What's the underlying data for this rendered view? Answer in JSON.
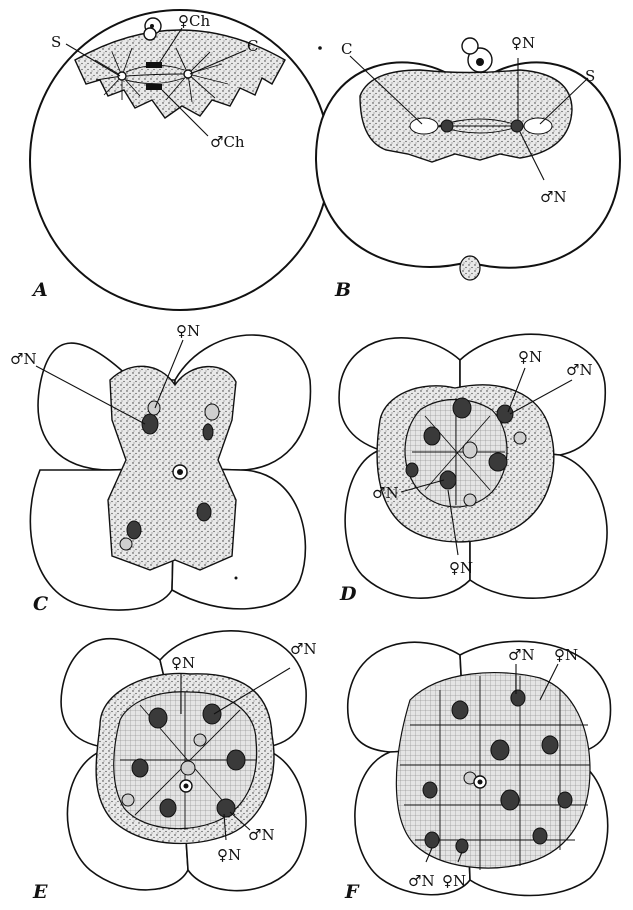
{
  "panel_a": {
    "label": "A",
    "s": "S",
    "female_ch": "♀Ch",
    "c": "C",
    "male_ch": "♂Ch"
  },
  "panel_b": {
    "label": "B",
    "c": "C",
    "female_n": "♀N",
    "s": "S",
    "male_n": "♂N"
  },
  "panel_c": {
    "label": "C",
    "female_n": "♀N",
    "male_n": "♂N"
  },
  "panel_d": {
    "label": "D",
    "female_n_top": "♀N",
    "male_n_top": "♂N",
    "male_n_left": "♂N",
    "female_n_bottom": "♀N"
  },
  "panel_e": {
    "label": "E",
    "female_n_top": "♀N",
    "male_n_top": "♂N",
    "female_n_bottom": "♀N",
    "male_n_bottom": "♂N"
  },
  "panel_f": {
    "label": "F",
    "male_n_top": "♂N",
    "female_n_top": "♀N",
    "male_n_bottom": "♂N",
    "female_n_bottom": "♀N"
  }
}
